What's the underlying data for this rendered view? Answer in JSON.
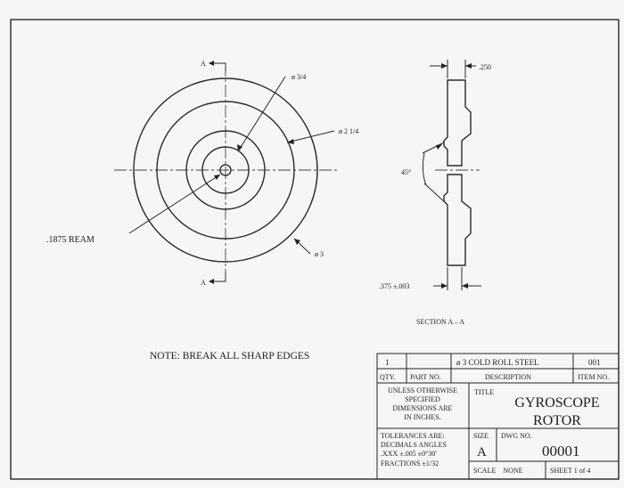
{
  "drawing": {
    "dims": {
      "dia_3_4": "ø 3/4",
      "dia_2_1_4": "ø 2 1/4",
      "dia_3": "ø 3",
      "ream": ".1875 REAM",
      "width_250": ".250",
      "angle_45": "45°",
      "thickness": ".375 ±.003"
    },
    "section_marks": {
      "top": "A",
      "bottom": "A"
    },
    "section_label": "SECTION  A  –  A",
    "note": "NOTE: BREAK ALL SHARP EDGES"
  },
  "title_block": {
    "row1": {
      "qty": "1",
      "part_no": "",
      "description": "ø 3 COLD ROLL STEEL",
      "item_no": "001"
    },
    "headers": {
      "qty": "QTY.",
      "part_no": "PART NO.",
      "description": "DESCRIPTION",
      "item_no": "ITEM NO."
    },
    "unless": [
      "UNLESS OTHERWISE",
      "SPECIFIED",
      "DIMENSIONS ARE",
      "IN INCHES."
    ],
    "title_label": "TITLE",
    "title": [
      "GYROSCOPE",
      "ROTOR"
    ],
    "tolerances": [
      "TOLERANCES ARE:",
      "DECIMALS ANGLES",
      ".XXX ±.005  ±0°30'",
      "FRACTIONS  ±1/32"
    ],
    "size_label": "SIZE",
    "size": "A",
    "dwg_label": "DWG NO.",
    "dwg_no": "00001",
    "scale": "SCALE    NONE",
    "sheet": "SHEET 1 of 4"
  }
}
